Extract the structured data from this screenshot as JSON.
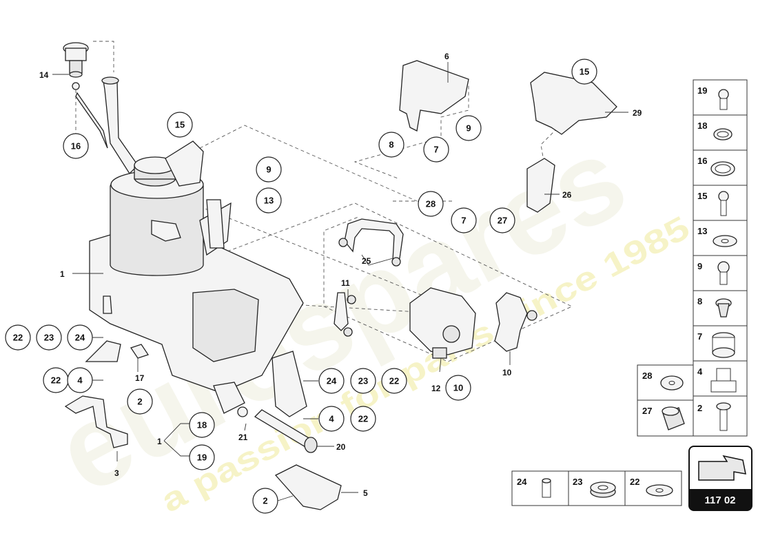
{
  "callouts": {
    "c14": "14",
    "c16": "16",
    "c15a": "15",
    "c1": "1",
    "c9a": "9",
    "c13": "13",
    "c6": "6",
    "c7a": "7",
    "c8": "8",
    "c9b": "9",
    "c15b": "15",
    "c29": "29",
    "c26": "26",
    "c28": "28",
    "c7b": "7",
    "c27": "27",
    "c25": "25",
    "c11": "11",
    "c22a": "22",
    "c23a": "23",
    "c24a": "24",
    "c17": "17",
    "c22b": "22",
    "c4a": "4",
    "c2a": "2",
    "c3": "3",
    "c1b": "1",
    "c18": "18",
    "c19": "19",
    "c21": "21",
    "c20": "20",
    "c2b": "2",
    "c5": "5",
    "c24b": "24",
    "c23b": "23",
    "c22c": "22",
    "c4b": "4",
    "c22d": "22",
    "c12": "12",
    "c10a": "10",
    "c10b": "10"
  },
  "side_legend": [
    "19",
    "18",
    "16",
    "15",
    "13",
    "9",
    "8",
    "7",
    "4",
    "2"
  ],
  "side_legend_left": [
    "28",
    "27"
  ],
  "bottom_legend": [
    "24",
    "23",
    "22"
  ],
  "page_code": "117 02",
  "watermark": {
    "brand": "eurospares",
    "tagline": "a passion for parts since 1985"
  },
  "icons": {
    "nav": "arrow-icon"
  },
  "colors": {
    "line": "#222222",
    "page_badge": "#111111",
    "watermark_tag": "#f3efb0"
  }
}
